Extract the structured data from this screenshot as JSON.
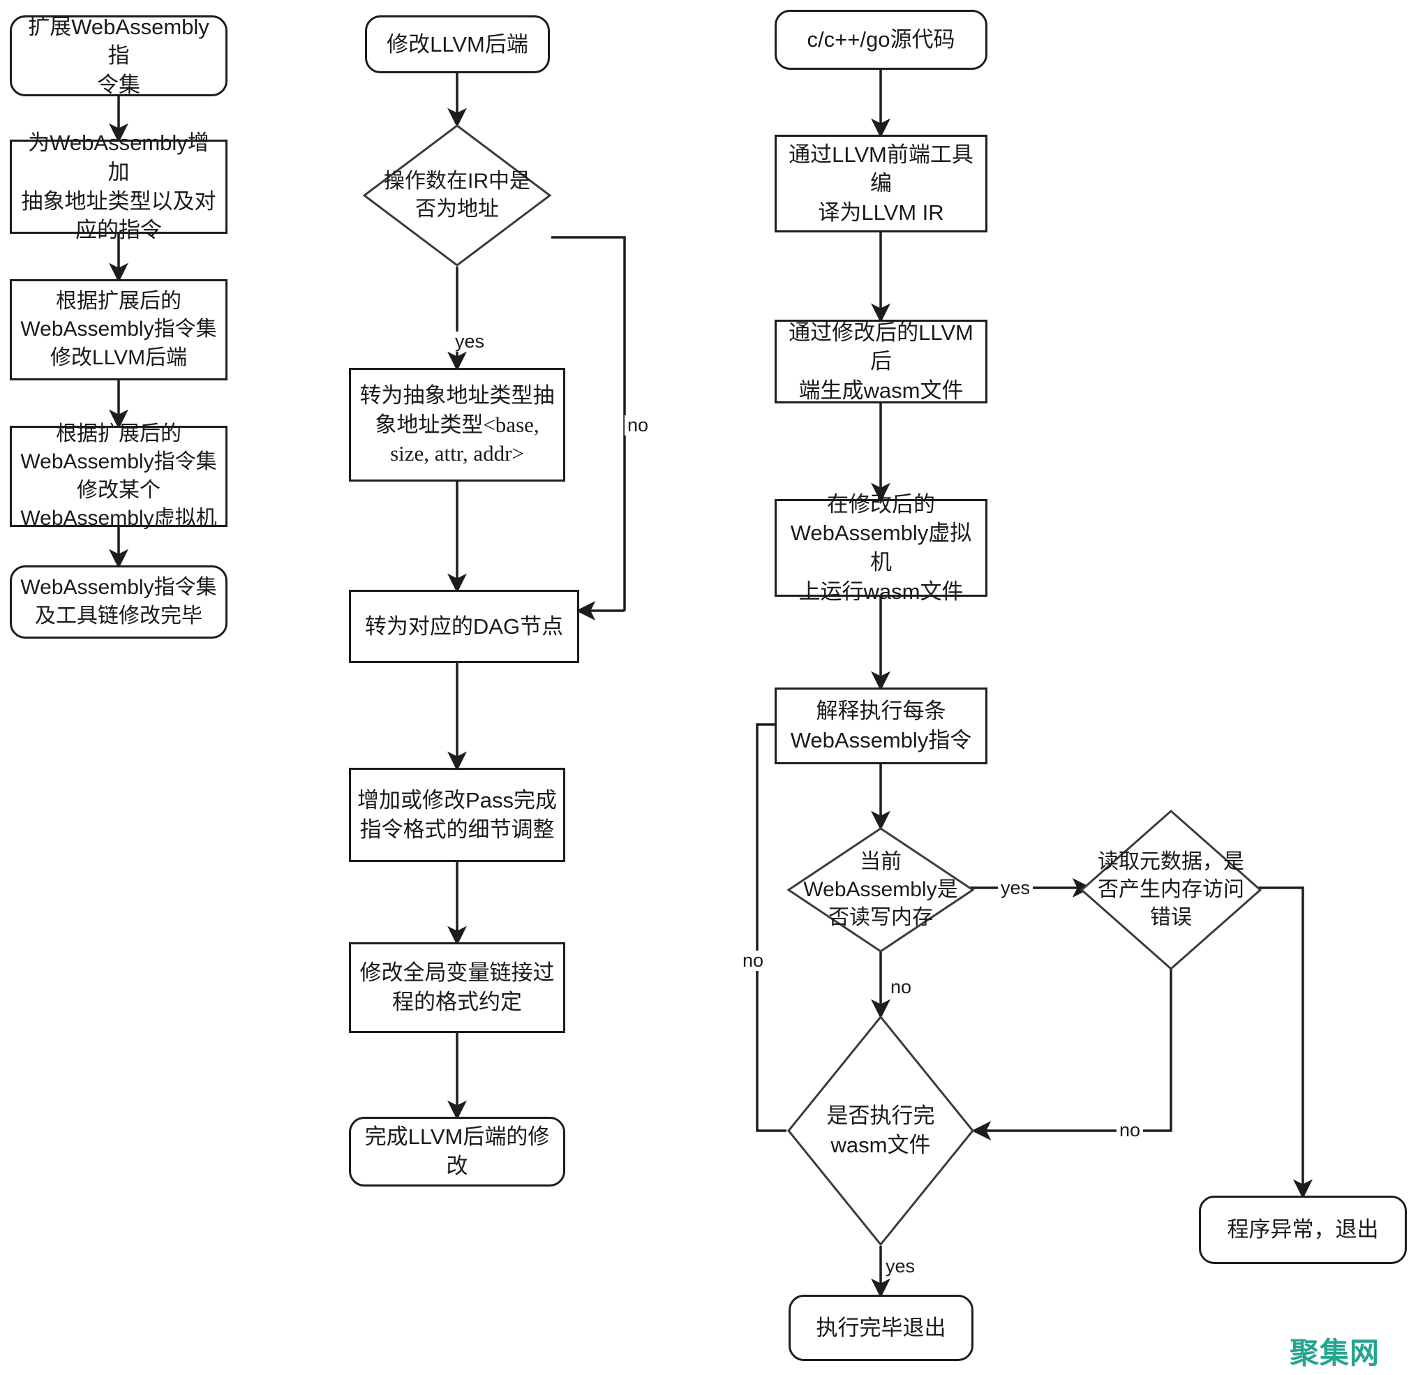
{
  "diagram": {
    "title_hidden": "",
    "colors": {
      "stroke": "#1d1d1d",
      "text": "#1a1a1a",
      "background": "#ffffff",
      "watermark": "#24a58f"
    },
    "columns": [
      {
        "name": "instruction-set-extension",
        "nodes": [
          {
            "id": "c1n1",
            "shape": "round",
            "text": "扩展WebAssembly指\n令集"
          },
          {
            "id": "c1n2",
            "shape": "rect",
            "text": "为WebAssembly增加\n抽象地址类型以及对\n应的指令"
          },
          {
            "id": "c1n3",
            "shape": "rect",
            "text": "根据扩展后的\nWebAssembly指令集\n修改LLVM后端"
          },
          {
            "id": "c1n4",
            "shape": "rect",
            "text": "根据扩展后的\nWebAssembly指令集\n修改某个\nWebAssembly虚拟机"
          },
          {
            "id": "c1n5",
            "shape": "round",
            "text": "WebAssembly指令集\n及工具链修改完毕"
          }
        ]
      },
      {
        "name": "llvm-backend-modification",
        "nodes": [
          {
            "id": "c2n1",
            "shape": "round",
            "text": "修改LLVM后端"
          },
          {
            "id": "c2n2",
            "shape": "diamond",
            "text": "操作数在IR中是\n否为地址"
          },
          {
            "id": "c2n3",
            "shape": "rect",
            "text": "转为抽象地址类型抽\n象地址类型<base,\nsize, attr, addr>"
          },
          {
            "id": "c2n4",
            "shape": "rect",
            "text": "转为对应的DAG节点"
          },
          {
            "id": "c2n5",
            "shape": "rect",
            "text": "增加或修改Pass完成\n指令格式的细节调整"
          },
          {
            "id": "c2n6",
            "shape": "rect",
            "text": "修改全局变量链接过\n程的格式约定"
          },
          {
            "id": "c2n7",
            "shape": "round",
            "text": "完成LLVM后端的修改"
          }
        ]
      },
      {
        "name": "compile-and-execute",
        "nodes": [
          {
            "id": "c3n1",
            "shape": "round",
            "text": "c/c++/go源代码"
          },
          {
            "id": "c3n2",
            "shape": "rect",
            "text": "通过LLVM前端工具编\n译为LLVM IR"
          },
          {
            "id": "c3n3",
            "shape": "rect",
            "text": "通过修改后的LLVM后\n端生成wasm文件"
          },
          {
            "id": "c3n4",
            "shape": "rect",
            "text": "在修改后的\nWebAssembly虚拟机\n上运行wasm文件"
          },
          {
            "id": "c3n5",
            "shape": "rect",
            "text": "解释执行每条\nWebAssembly指令"
          },
          {
            "id": "c3n6",
            "shape": "diamond",
            "text": "当前\nWebAssembly是\n否读写内存"
          },
          {
            "id": "c3n7",
            "shape": "diamond",
            "text": "读取元数据，是\n否产生内存访问\n错误"
          },
          {
            "id": "c3n8",
            "shape": "diamond",
            "text": "是否执行完\nwasm文件"
          },
          {
            "id": "c3n9",
            "shape": "round",
            "text": "执行完毕退出"
          },
          {
            "id": "c3n10",
            "shape": "round",
            "text": "程序异常，退出"
          }
        ]
      }
    ],
    "edge_labels": [
      {
        "id": "e-c2-yes",
        "text": "yes"
      },
      {
        "id": "e-c2-no",
        "text": "no"
      },
      {
        "id": "e-c3-yes1",
        "text": "yes"
      },
      {
        "id": "e-c3-no1",
        "text": "no"
      },
      {
        "id": "e-c3-no2",
        "text": "no"
      },
      {
        "id": "e-c3-no3",
        "text": "no"
      },
      {
        "id": "e-c3-yes2",
        "text": "yes"
      }
    ],
    "watermark": {
      "text": "聚集网"
    }
  }
}
